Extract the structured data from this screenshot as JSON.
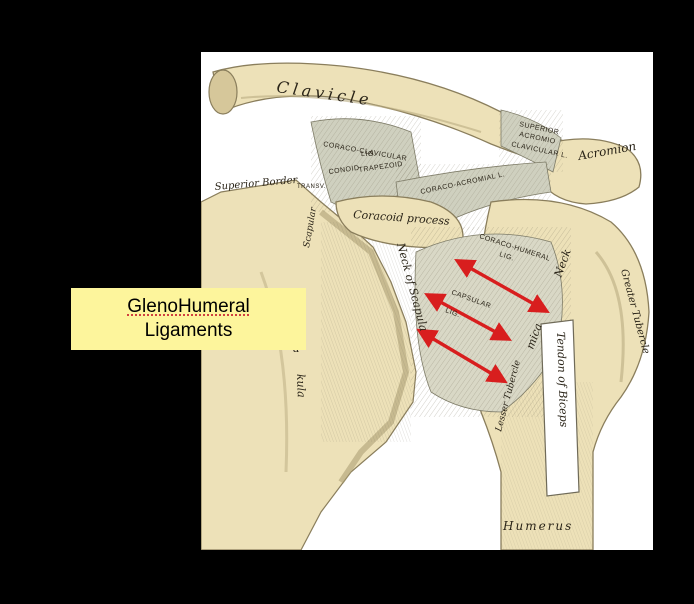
{
  "callout": {
    "line1": "GlenoHumeral",
    "line2": "Ligaments"
  },
  "labels": {
    "clavicle": "Clavicle",
    "acromion": "Acromion",
    "superior_acromio_clavicular_line1": "SUPERIOR",
    "superior_acromio_clavicular_line2": "ACROMIO",
    "superior_acromio_clavicular_line3": "CLAVICULAR L.",
    "coraco_clavicular_line1": "CORACO-CLAVICULAR",
    "coraco_clavicular_line2": "LIG.",
    "conoid": "CONOID",
    "trapezoid": "TRAPEZOID",
    "coraco_acromial": "CORACO-ACROMIAL L.",
    "superior_border": "Superior Border",
    "transverse": "TRANSV.",
    "coracoid_process": "Coracoid process",
    "scapular_notch": "Scapular",
    "coraco_humeral_line1": "CORACO-HUMERAL",
    "coraco_humeral_line2": "LIG.",
    "capsular": "CAPSULAR",
    "lig": "LIG.",
    "anatomical_neck": "Neck",
    "anatomica": "mica",
    "neck_of_scapula": "Neck of Scapula",
    "greater_tubercle": "Greater Tubercle",
    "lesser_tubercle": "Lesser Tubercle",
    "tendon_of_biceps": "Tendon of Biceps",
    "humerus": "Humerus",
    "scapula_fragment": "kula",
    "scapula_a": "a"
  },
  "colors": {
    "bone": "#ede1b8",
    "bone_shadow": "#a89a70",
    "ligament": "#cfd0bf",
    "arrow": "#d81e1e",
    "callout_bg": "#fdf59c"
  }
}
